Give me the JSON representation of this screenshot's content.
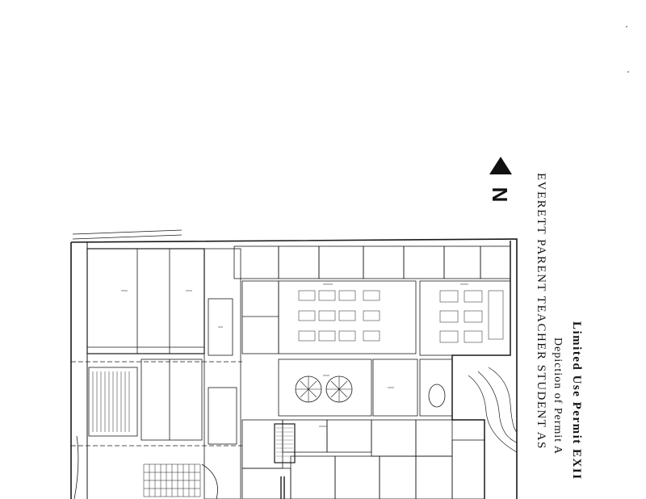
{
  "titles": {
    "main": "Limited Use Permit EXII",
    "sub": "Depiction of Permit A",
    "name": "EVERETT PARENT TEACHER STUDENT AS"
  },
  "north_arrow": {
    "letter": "N"
  },
  "colors": {
    "ink": "#1a1a1a",
    "paper": "#ffffff",
    "hatch": "#555555"
  }
}
